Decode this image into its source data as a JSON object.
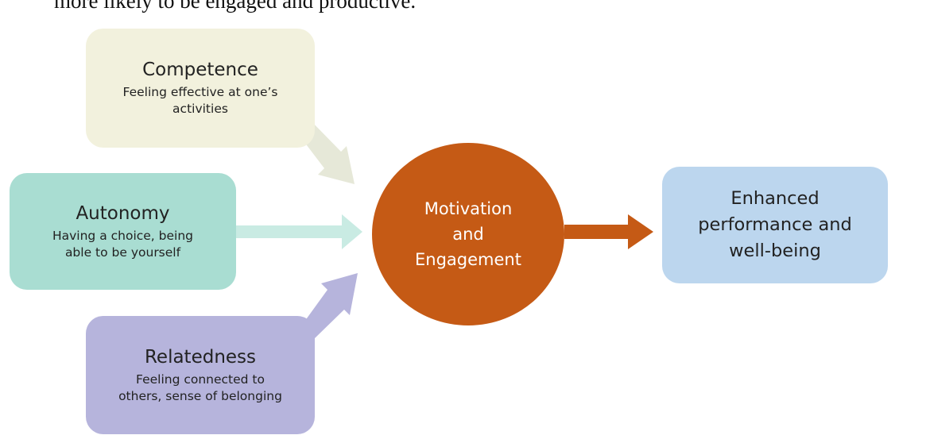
{
  "top_text": "more likely to be engaged and productive.",
  "colors": {
    "competence": "#f2f1dd",
    "autonomy": "#a9ddd2",
    "relatedness": "#b6b4dc",
    "core": "#c55a15",
    "outcome": "#bcd6ee"
  },
  "competence": {
    "title": "Competence",
    "desc_line1": "Feeling effective at one’s",
    "desc_line2": "activities"
  },
  "autonomy": {
    "title": "Autonomy",
    "desc_line1": "Having a choice, being",
    "desc_line2": "able to be yourself"
  },
  "relatedness": {
    "title": "Relatedness",
    "desc_line1": "Feeling connected to",
    "desc_line2": "others, sense of belonging"
  },
  "core": {
    "label": "Motivation\nand\nEngagement"
  },
  "outcome": {
    "label": "Enhanced\nperformance and\nwell-being"
  }
}
